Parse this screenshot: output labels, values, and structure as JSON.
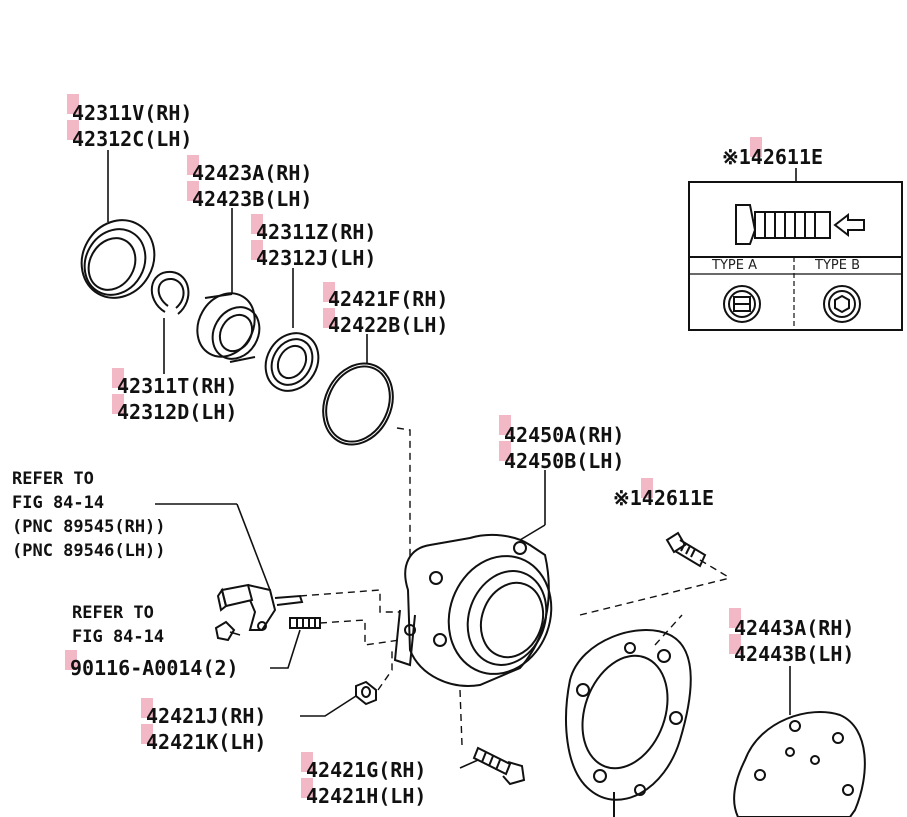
{
  "colors": {
    "line": "#111111",
    "marker": "#f2b8c6",
    "background": "#ffffff"
  },
  "labels": {
    "p42311V": "42311V(RH)",
    "p42312C": "42312C(LH)",
    "p42423A": "42423A(RH)",
    "p42423B": "42423B(LH)",
    "p42311Z": "42311Z(RH)",
    "p42312J": "42312J(LH)",
    "p42421F": "42421F(RH)",
    "p42422B": "42422B(LH)",
    "p42311T": "42311T(RH)",
    "p42312D": "42312D(LH)",
    "p42450A": "42450A(RH)",
    "p42450B": "42450B(LH)",
    "p42611E_box": "※142611E",
    "p42611E_main": "※142611E",
    "ref1_line1": "REFER TO",
    "ref1_line2": "FIG 84-14",
    "ref1_line3": "(PNC 89545(RH))",
    "ref1_line4": "(PNC 89546(LH))",
    "ref2_line1": "REFER TO",
    "ref2_line2": "FIG 84-14",
    "p90116": "90116-A0014(2)",
    "p42421J": "42421J(RH)",
    "p42421K": "42421K(LH)",
    "p42421G": "42421G(RH)",
    "p42421H": "42421H(LH)",
    "p42443A": "42443A(RH)",
    "p42443B": "42443B(LH)"
  },
  "inset": {
    "type_a": "TYPE A",
    "type_b": "TYPE B"
  }
}
